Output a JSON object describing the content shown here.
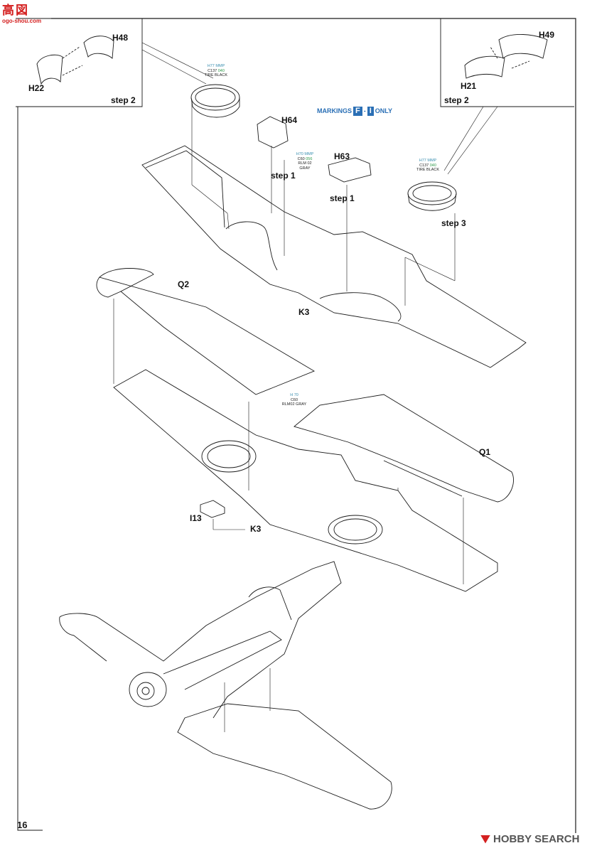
{
  "watermark": {
    "top": "高図",
    "sub": "ogo-shou.com"
  },
  "markings_badge": {
    "prefix": "MARKINGS",
    "a": "F",
    "b": "I",
    "suffix": "ONLY"
  },
  "part_labels": {
    "h48": "H48",
    "h22": "H22",
    "h49": "H49",
    "h21": "H21",
    "h64": "H64",
    "h63": "H63",
    "q2": "Q2",
    "q1": "Q1",
    "k3_top": "K3",
    "k3_bottom": "K3",
    "i13": "I13"
  },
  "steps": {
    "left_inset": "step 2",
    "right_inset": "step 2",
    "h64": "step 1",
    "h63": "step 1",
    "right_wheel": "step 3"
  },
  "paint_callouts": {
    "left_wheel_bay": {
      "row1": "H77 MMP",
      "row2a": "C137",
      "row2b": "040",
      "row3": "TIRE BLACK"
    },
    "h64_part": {
      "row1": "H70 MMP",
      "row2a": "C60",
      "row2b": "056",
      "row3": "RLM 02",
      "row4": "GRAY"
    },
    "right_wheel_bay": {
      "row1": "H77 MMP",
      "row2a": "C137",
      "row2b": "040",
      "row3": "TIRE BLACK"
    },
    "lower_wing": {
      "row1": "H 70",
      "row2a": "C60",
      "row3": "RLM02 GRAY"
    }
  },
  "page_number": "16",
  "brand": "HOBBY SEARCH",
  "colors": {
    "ink": "#1a1a1a",
    "callout_blue": "#2a6fb5",
    "callout_green": "#2e9a4a",
    "watermark_red": "#d42020"
  }
}
